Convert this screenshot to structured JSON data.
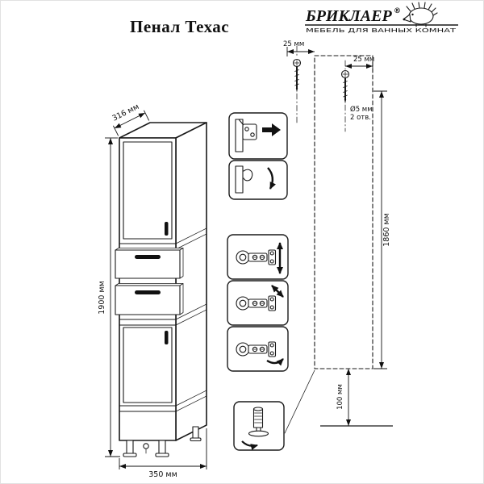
{
  "header": {
    "title": "Пенал Техас",
    "logo": {
      "brand": "БРИКЛАЕР",
      "registered": "®",
      "subtitle": "МЕБЕЛЬ ДЛЯ ВАННЫХ КОМНАТ"
    }
  },
  "drawing": {
    "dimensions": {
      "depth": "316 мм",
      "height": "1900 мм",
      "width": "350 мм"
    },
    "mounting": {
      "offset_left": "25 мм",
      "offset_right": "25 мм",
      "hole_diameter": "Ø5 мм",
      "hole_count": "2 отв.",
      "height": "1860 мм",
      "floor_gap": "100 мм"
    }
  },
  "colors": {
    "ink": "#1a1a1a",
    "paper": "#ffffff"
  }
}
